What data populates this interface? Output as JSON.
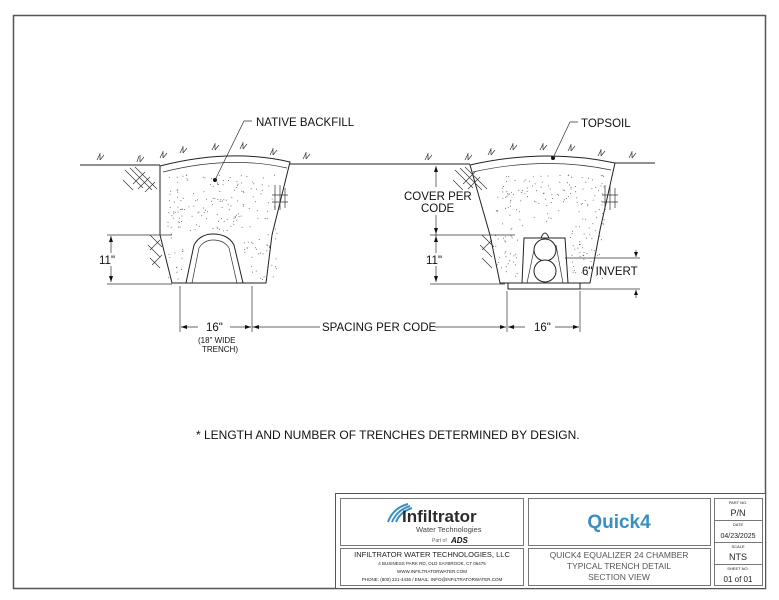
{
  "drawing": {
    "labels": {
      "native_backfill": "NATIVE BACKFILL",
      "topsoil": "TOPSOIL",
      "cover_per_code_1": "COVER PER",
      "cover_per_code_2": "CODE",
      "left_height": "11\"",
      "right_height": "11\"",
      "invert": "6\" INVERT",
      "left_width": "16\"",
      "right_width": "16\"",
      "trench_note_1": "(18\" WIDE",
      "trench_note_2": "TRENCH)",
      "spacing": "SPACING PER CODE"
    },
    "note": "* LENGTH AND NUMBER OF TRENCHES DETERMINED BY DESIGN."
  },
  "title_block": {
    "logo": {
      "name": "Infiltrator",
      "subtitle": "Water Technologies",
      "part_of": "Part of",
      "parent": "ADS"
    },
    "product_logo": "Quick4",
    "company": {
      "name": "INFILTRATOR WATER TECHNOLOGIES, LLC",
      "address": "4 BUSINESS PARK RD, OLD SAYBROOK, CT 06475",
      "website": "WWW.INFILTRATORWATER.COM",
      "contact": "PHONE: (800) 221-4436 / EMAIL: INFO@INFILTRATORWATER.COM"
    },
    "title_lines": [
      "QUICK4 EQUALIZER 24 CHAMBER",
      "TYPICAL TRENCH DETAIL",
      "SECTION VIEW"
    ],
    "fields": [
      {
        "label": "PART NO.",
        "value": "P/N"
      },
      {
        "label": "DATE",
        "value": "04/23/2025"
      },
      {
        "label": "SCALE",
        "value": "NTS"
      },
      {
        "label": "SHEET NO.",
        "value": "01 of 01"
      }
    ],
    "colors": {
      "brand_blue": "#3a8fc0",
      "logo_dark": "#2b2b2b"
    }
  }
}
